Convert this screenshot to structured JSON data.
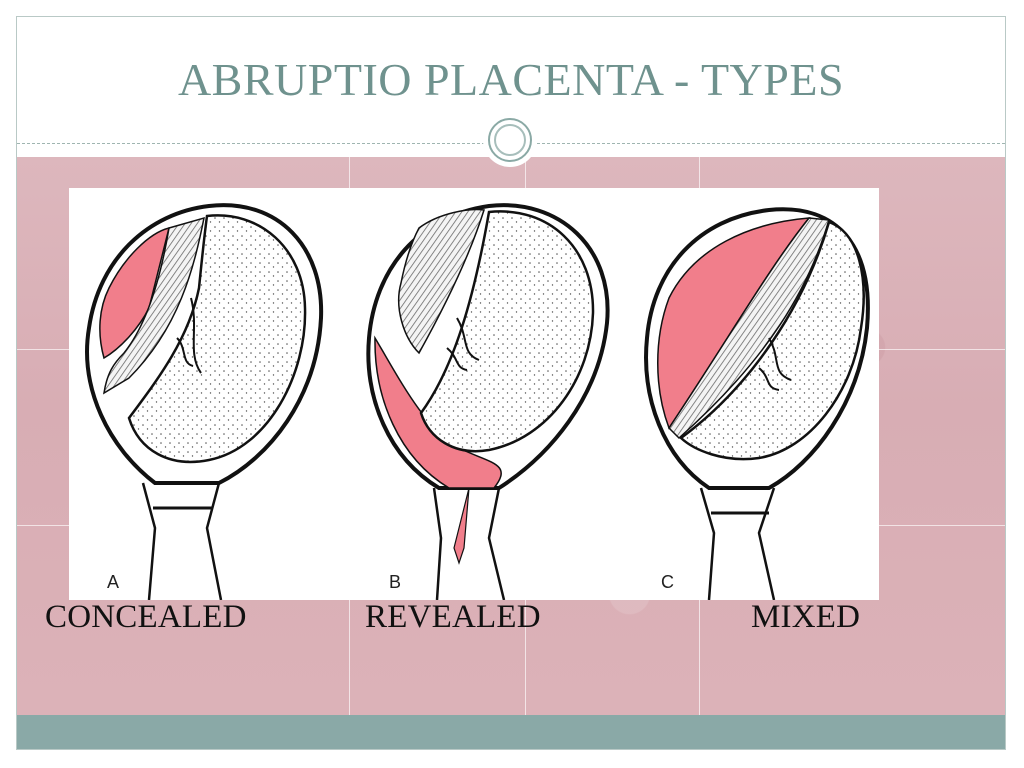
{
  "slide": {
    "title": "ABRUPTIO PLACENTA - TYPES"
  },
  "figure": {
    "panels": [
      {
        "letter": "A",
        "caption": "CONCEALED"
      },
      {
        "letter": "B",
        "caption": "REVEALED"
      },
      {
        "letter": "C",
        "caption": "MIXED"
      }
    ]
  },
  "colors": {
    "title": "#6f928e",
    "hemorrhage": "#f17e8b",
    "placenta_hatch": "#6a6a6a",
    "pink_background": "#d8adb4",
    "footer_bar": "#8aa9a7"
  },
  "icons": [
    "ornament-circle-icon"
  ]
}
